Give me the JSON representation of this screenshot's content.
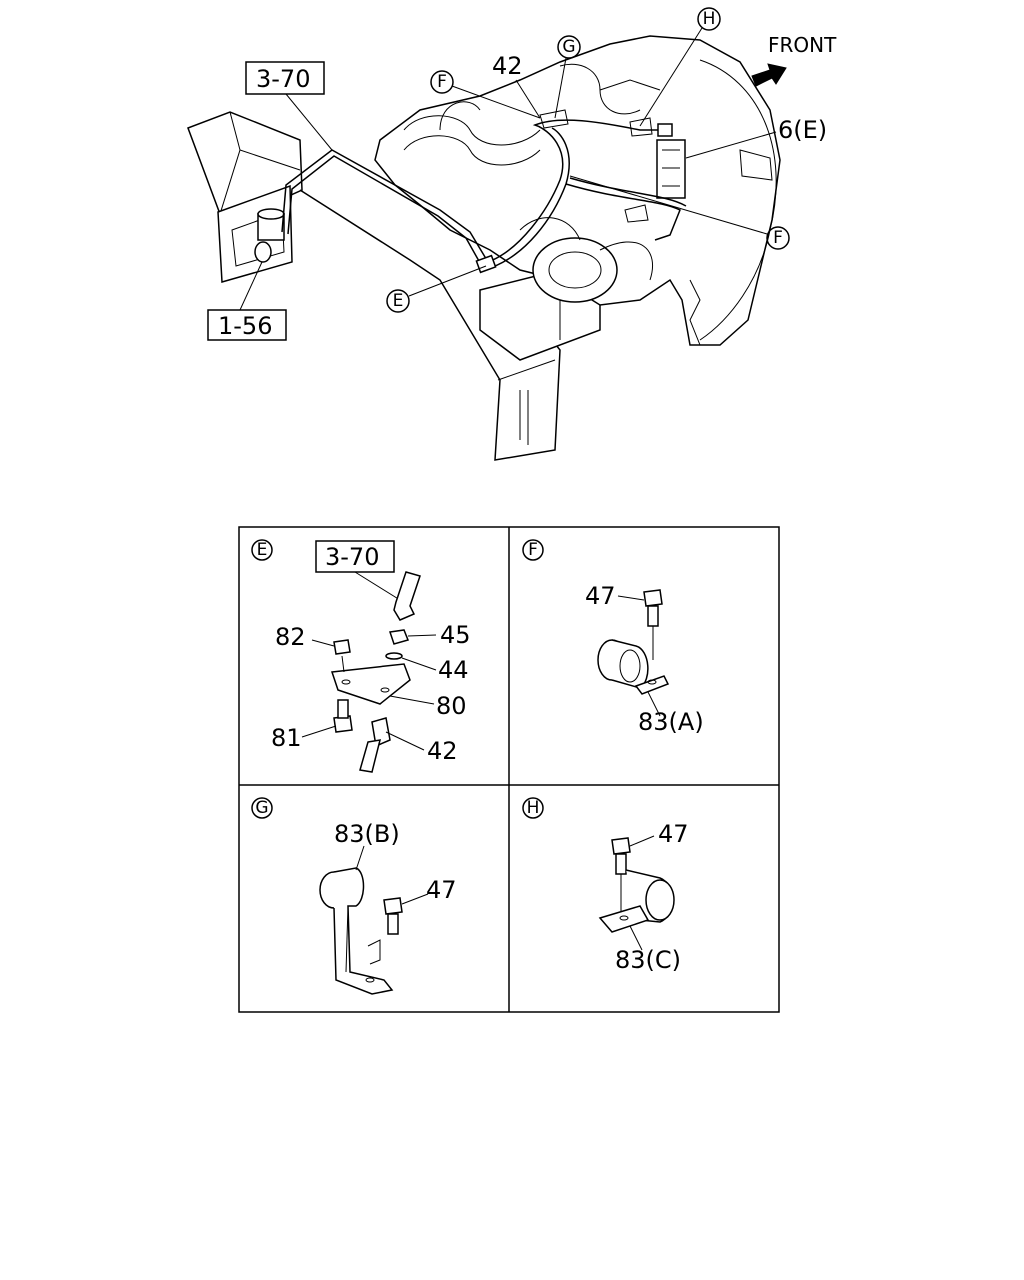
{
  "main_view": {
    "front_label": "FRONT",
    "refs": {
      "r370": "3-70",
      "r156": "1-56"
    },
    "callouts": {
      "c42": "42",
      "c6e": "6(E)"
    },
    "circles": {
      "F1": "F",
      "G": "G",
      "H": "H",
      "F2": "F",
      "E": "E"
    }
  },
  "panels": {
    "E": {
      "marker": "E",
      "ref": "3-70",
      "labels": {
        "p82": "82",
        "p45": "45",
        "p44": "44",
        "p80": "80",
        "p81": "81",
        "p42": "42"
      }
    },
    "F": {
      "marker": "F",
      "labels": {
        "p47": "47",
        "p83": "83(A)"
      }
    },
    "G": {
      "marker": "G",
      "labels": {
        "p83": "83(B)",
        "p47": "47"
      }
    },
    "H": {
      "marker": "H",
      "labels": {
        "p47": "47",
        "p83": "83(C)"
      }
    }
  }
}
